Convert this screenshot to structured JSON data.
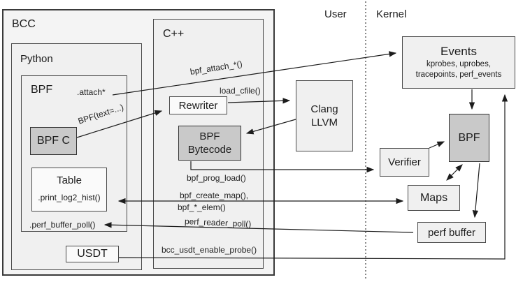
{
  "user_space_label": "User",
  "kernel_space_label": "Kernel",
  "bcc": {
    "label": "BCC",
    "python": {
      "label": "Python",
      "bpf": {
        "label": "BPF",
        "attach_method": ".attach*",
        "bpf_text_call": "BPF(text=...)",
        "bpf_c": "BPF C",
        "table": {
          "label": "Table",
          "print_log2_hist": ".print_log2_hist()"
        },
        "perf_buffer_poll": ".perf_buffer_poll()"
      },
      "usdt": "USDT"
    },
    "cpp": {
      "label": "C++",
      "rewriter": "Rewriter",
      "bytecode_line1": "BPF",
      "bytecode_line2": "Bytecode"
    }
  },
  "api_calls": {
    "bpf_attach": "bpf_attach_*()",
    "load_cfile": "load_cfile()",
    "bpf_prog_load": "bpf_prog_load()",
    "bpf_create_map": "bpf_create_map(),",
    "bpf_elem": "bpf_*_elem()",
    "perf_reader_poll": "perf_reader_poll()",
    "bcc_usdt_enable_probe": "bcc_usdt_enable_probe()"
  },
  "user_space": {
    "clang_line1": "Clang",
    "clang_line2": "LLVM"
  },
  "kernel": {
    "events": {
      "title": "Events",
      "sub1": "kprobes, uprobes,",
      "sub2": "tracepoints, perf_events"
    },
    "verifier": "Verifier",
    "bpf": "BPF",
    "maps": "Maps",
    "perf_buffer": "perf buffer"
  },
  "colors": {
    "box_fill": "#f0f0f0",
    "highlight_fill": "#c9c9c9",
    "light_fill": "#fafafa",
    "border": "#4a4a4a",
    "arrow": "#1c1c1c",
    "background": "#ffffff"
  }
}
